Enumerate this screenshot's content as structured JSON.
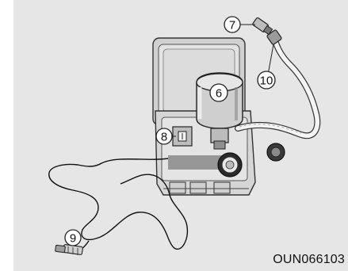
{
  "figure": {
    "code": "OUN066103",
    "callouts": [
      {
        "id": "callout-6",
        "label": "6"
      },
      {
        "id": "callout-7",
        "label": "7"
      },
      {
        "id": "callout-8",
        "label": "8"
      },
      {
        "id": "callout-9",
        "label": "9"
      },
      {
        "id": "callout-10",
        "label": "10"
      }
    ]
  },
  "colors": {
    "panel_background": "#e6e6e6",
    "case_fill": "#d9d9d9",
    "case_stroke": "#333333",
    "hose_fill": "#f0f0f0",
    "cable": "#111111"
  }
}
